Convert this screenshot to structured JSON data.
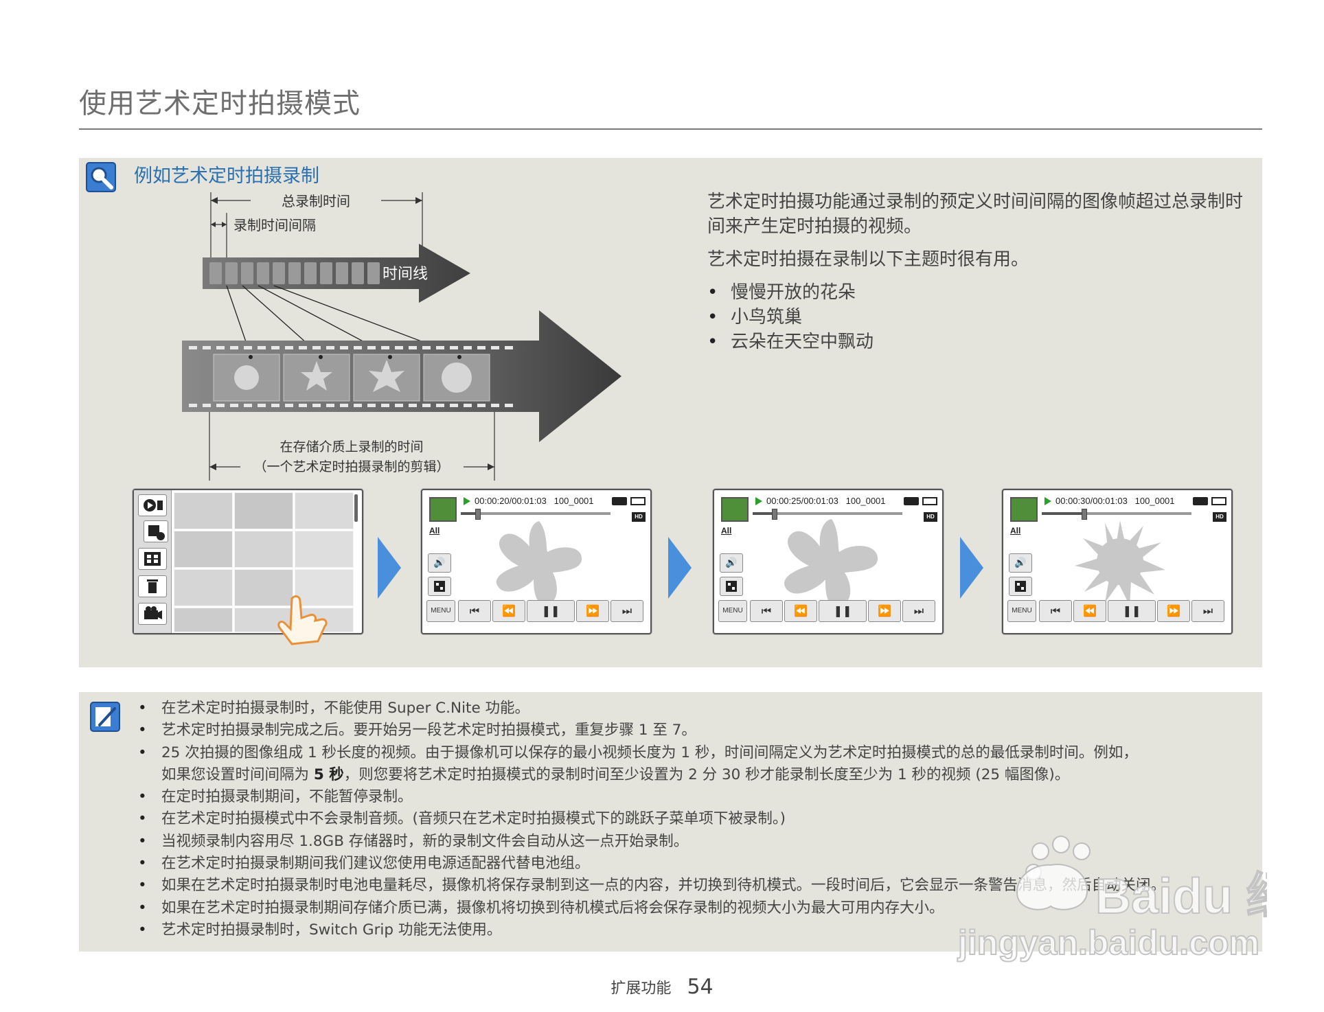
{
  "page": {
    "title": "使用艺术定时拍摄模式",
    "footer_section": "扩展功能",
    "footer_page": "54"
  },
  "example": {
    "heading": "例如艺术定时拍摄录制",
    "diagram": {
      "total_time_label": "总录制时间",
      "interval_label": "录制时间间隔",
      "timeline_label": "时间线",
      "stored_label_line1": "在存储介质上录制的时间",
      "stored_label_line2": "（一个艺术定时拍摄录制的剪辑）"
    },
    "description": {
      "para1": "艺术定时拍摄功能通过录制的预定义时间间隔的图像帧超过总录制时间来产生定时拍摄的视频。",
      "para2": "艺术定时拍摄在录制以下主题时很有用。",
      "bullets": [
        "慢慢开放的花朵",
        "小鸟筑巢",
        "云朵在天空中飘动"
      ]
    },
    "screens": [
      {
        "time": "00:00:20/00:01:03",
        "file": "100_0001",
        "all_label": "All",
        "menu_label": "MENU",
        "progress": 0.11
      },
      {
        "time": "00:00:25/00:01:03",
        "file": "100_0001",
        "all_label": "All",
        "menu_label": "MENU",
        "progress": 0.14
      },
      {
        "time": "00:00:30/00:01:03",
        "file": "100_0001",
        "all_label": "All",
        "menu_label": "MENU",
        "progress": 0.28
      }
    ],
    "colors": {
      "panel_bg": "#e4e4dc",
      "heading": "#2a6fb0",
      "arrow": "#4a8fdc"
    }
  },
  "notes": {
    "items": [
      "在艺术定时拍摄录制时，不能使用 Super C.Nite 功能。",
      "艺术定时拍摄录制完成之后。要开始另一段艺术定时拍摄模式，重复步骤 1 至 7。",
      "25 次拍摄的图像组成 1 秒长度的视频。由于摄像机可以保存的最小视频长度为 1 秒，时间间隔定义为艺术定时拍摄模式的总的最低录制时间。例如，",
      "在定时拍摄录制期间，不能暂停录制。",
      "在艺术定时拍摄模式中不会录制音频。(音频只在艺术定时拍摄模式下的跳跃子菜单项下被录制。)",
      "当视频录制内容用尽  1.8GB  存储器时，新的录制文件会自动从这一点开始录制。",
      "在艺术定时拍摄录制期间我们建议您使用电源适配器代替电池组。",
      "如果在艺术定时拍摄录制时电池电量耗尽，摄像机将保存录制到这一点的内容，并切换到待机模式。一段时间后，它会显示一条警告消息，然后自动关闭。",
      "如果在艺术定时拍摄录制期间存储介质已满，摄像机将切换到待机模式后将会保存录制的视频大小为最大可用内存大小。",
      "艺术定时拍摄录制时，Switch Grip 功能无法使用。"
    ],
    "item3_cont_pre": "如果您设置时间间隔为 ",
    "item3_cont_bold": "5 秒",
    "item3_cont_post": "，则您要将艺术定时拍摄模式的录制时间至少设置为 2 分 30 秒才能录制长度至少为 1 秒的视频 (25 幅图像)。"
  },
  "watermark": {
    "line1": "Baidu 经验",
    "line2": "jingyan.baidu.com"
  }
}
